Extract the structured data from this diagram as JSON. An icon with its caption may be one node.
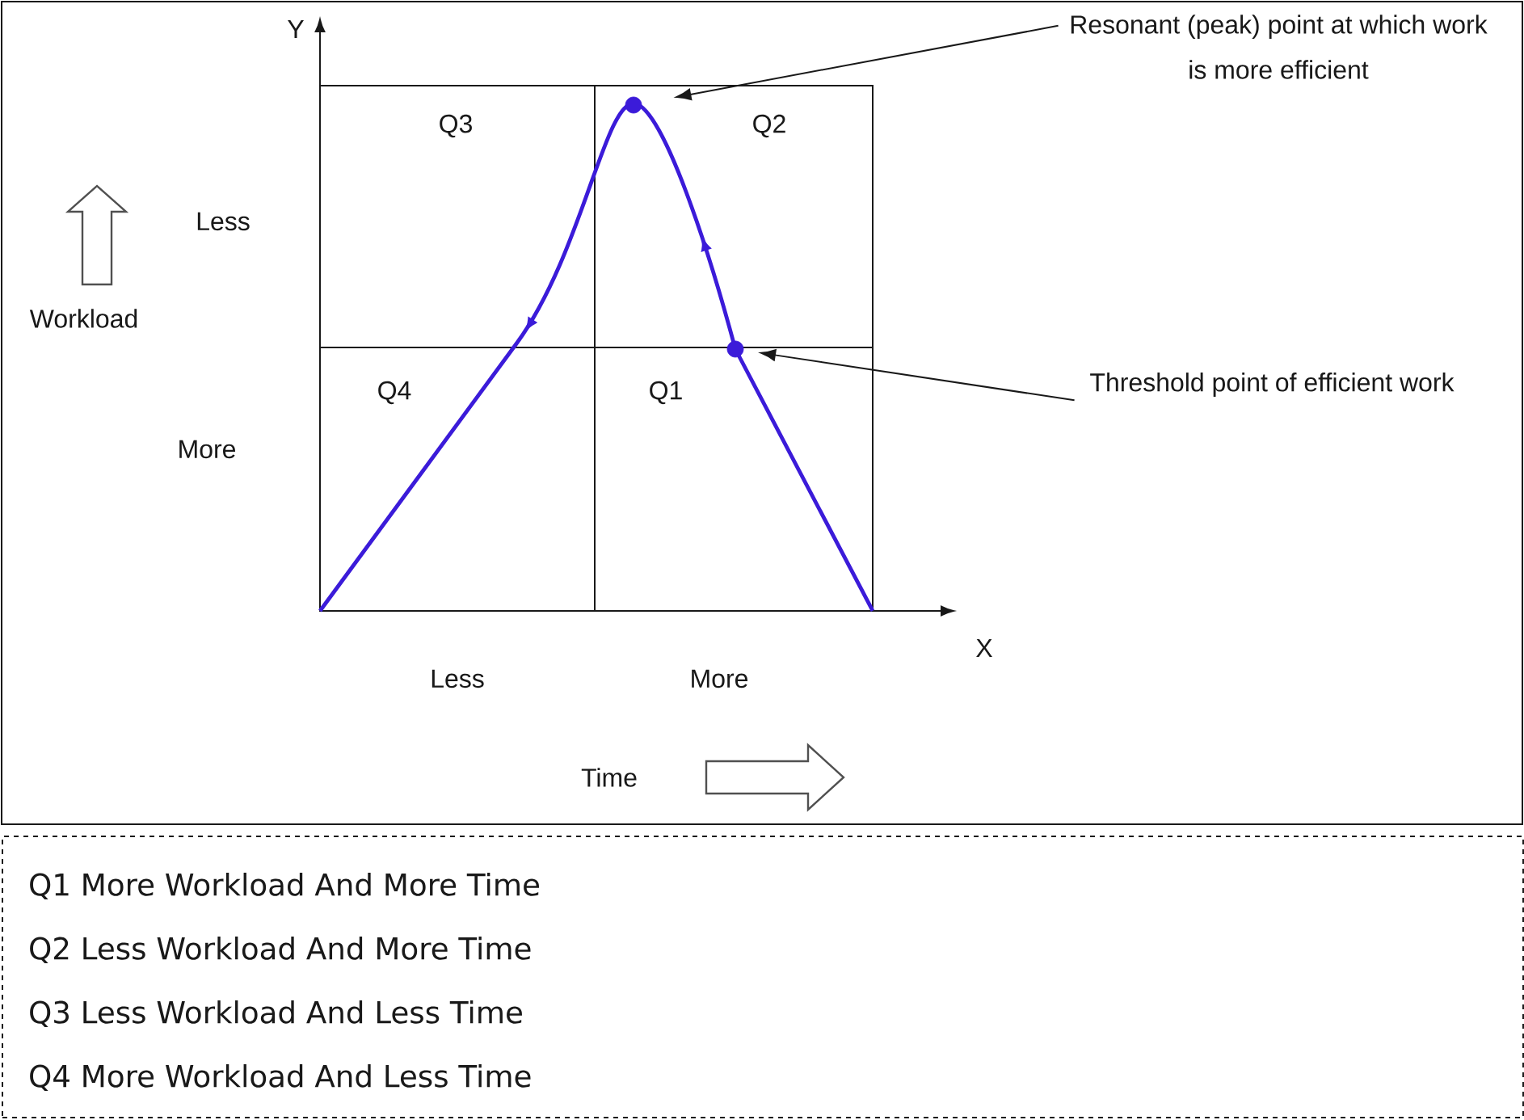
{
  "diagram": {
    "nodes": [
      {
        "text": [
          "Resonant (peak) point at which work is more efficient"
        ]
      },
      {
        "text": [],
        "shape": "circle"
      },
      {
        "text": [],
        "shape": "circle"
      },
      {
        "text": [
          "Threshold point of efficient work"
        ]
      },
      {
        "text": [
          "Q1 More Workload And More Time",
          "Q2 Less Workload And More Time",
          "Q3 Less Workload And Less Time",
          "Q4 More Workload And Less Time"
        ]
      }
    ],
    "edges": [
      {
        "from": 0,
        "to": 1,
        "arrow": "to"
      },
      {
        "from": 3,
        "to": 2,
        "arrow": "to"
      }
    ],
    "labels": [
      "Y",
      "Q3",
      "Q2",
      "Less",
      "Workload",
      "Q4",
      "Q1",
      "More",
      "X",
      "Less",
      "More",
      "Time"
    ]
  }
}
